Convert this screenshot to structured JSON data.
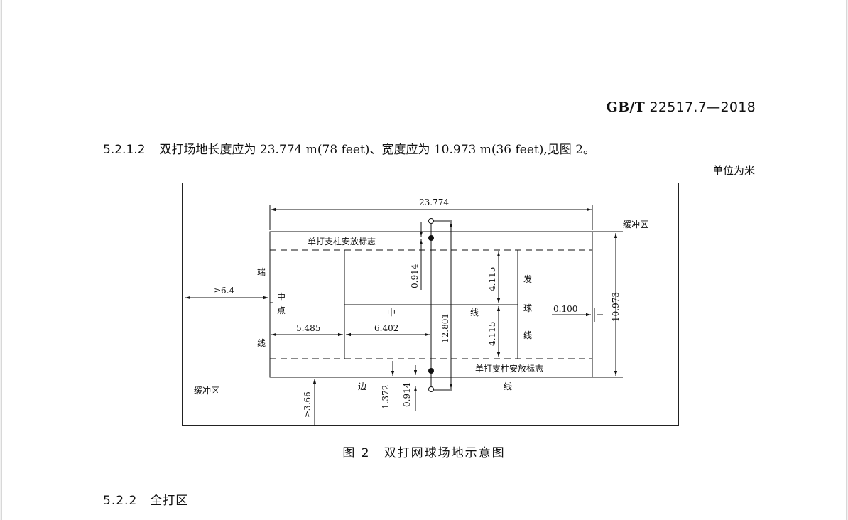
{
  "header": {
    "std_prefix": "GB/T",
    "std_number": "22517.7—2018"
  },
  "clause": {
    "number": "5.2.1.2",
    "text": "双打场地长度应为 23.774 m(78 feet)、宽度应为 10.973 m(36 feet),见图 2。"
  },
  "unit_note": "单位为米",
  "figure": {
    "dims": {
      "length": "23.774",
      "width": "10.973",
      "service_to_base": "5.485",
      "net_to_service": "6.402",
      "half_service_width": "4.115",
      "half_service_width_2": "4.115",
      "singles_post_offset_top": "0.914",
      "singles_post_offset_bottom": "0.914",
      "center_mark": "0.100",
      "net_post_distance": "12.801",
      "doubles_alley": "1.372",
      "back_runoff": "≥6.4",
      "side_runoff": "≥3.66"
    },
    "labels": {
      "buffer_zone_top": "缓冲区",
      "buffer_zone_bottom": "缓冲区",
      "singles_post_mark_top": "单打支柱安放标志",
      "singles_post_mark_bottom": "单打支柱安放标志",
      "baseline_1": "端",
      "baseline_2": "线",
      "center_mark_1": "中",
      "center_mark_2": "点",
      "center_service_1": "中",
      "center_service_2": "线",
      "service_line_1": "发",
      "service_line_2": "球",
      "service_line_3": "线",
      "sideline_1": "边",
      "sideline_2": "线"
    }
  },
  "caption": "图 2　双打网球场地示意图",
  "next_section": {
    "number": "5.2.2",
    "title": "全打区"
  }
}
